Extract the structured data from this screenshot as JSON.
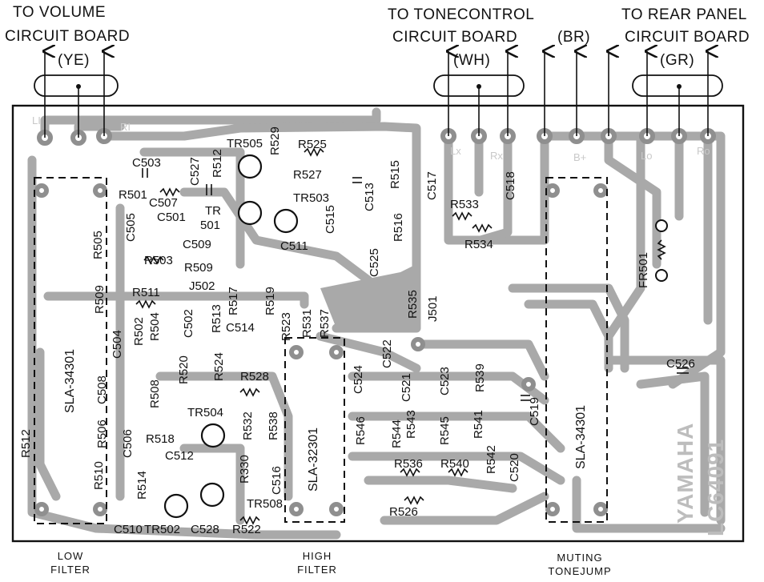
{
  "connectors": {
    "volume": {
      "line1": "TO VOLUME",
      "line2": "CIRCUIT  BOARD",
      "color": "(YE)"
    },
    "tonecontrol": {
      "line1": "TO TONECONTROL",
      "line2": "CIRCUIT  BOARD",
      "color": "(WH)"
    },
    "b_plus_wire": {
      "color": "(BR)"
    },
    "rear_panel": {
      "line1": "TO REAR PANEL",
      "line2": "CIRCUIT  BOARD",
      "color": "(GR)"
    }
  },
  "pads": {
    "l_in": "LI",
    "r_in": "RI",
    "l_x": "Lx",
    "r_x": "Rx",
    "b_plus": "B+",
    "l_o": "Lo",
    "r_o": "Ro"
  },
  "modules": {
    "low": "SLA-34301",
    "high": "SLA-32301",
    "muting": "SLA-34301"
  },
  "captions": {
    "low_1": "LOW",
    "low_2": "FILTER",
    "high_1": "HIGH",
    "high_2": "FILTER",
    "muting_1": "MUTING",
    "muting_2": "TONEJUMP"
  },
  "board": {
    "brand": "YAMAHA",
    "model": "LC64091"
  },
  "components": {
    "c503": "C503",
    "r501": "R501",
    "c507": "C507",
    "c501": "C501",
    "c505": "C505",
    "r505": "R505",
    "r503": "R503",
    "r509": "R509",
    "j502": "J502",
    "r511": "R511",
    "r509b": "R509",
    "c502": "C502",
    "c504": "C504",
    "r502": "R502",
    "r504": "R504",
    "c508": "C508",
    "r506": "R506",
    "r508": "R508",
    "c506": "C506",
    "r518": "R518",
    "r510": "R510",
    "r512": "R512",
    "c512": "C512",
    "r514": "R514",
    "c510": "C510",
    "tr502": "TR502",
    "c528": "C528",
    "r522": "R522",
    "tr508": "TR508",
    "r330": "R330",
    "c516": "C516",
    "tr504": "TR504",
    "r532": "R532",
    "r538": "R538",
    "r528": "R528",
    "r524": "R524",
    "r520": "R520",
    "c514": "C514",
    "r513": "R513",
    "r517": "R517",
    "r519": "R519",
    "r523": "R523",
    "r531": "R531",
    "r537": "R537",
    "c527": "C527",
    "r512b": "R512",
    "tr505": "TR505",
    "r529": "R529",
    "r525": "R525",
    "r527": "R527",
    "tr_501_a": "TR",
    "tr_501_b": "501",
    "c509": "C509",
    "c511": "C511",
    "tr503": "TR503",
    "c515": "C515",
    "c513": "C513",
    "c525": "C525",
    "r515": "R515",
    "r516": "R516",
    "r535": "R535",
    "j501": "J501",
    "c517": "C517",
    "c518": "C518",
    "r533": "R533",
    "r534": "R534",
    "fr501": "FR501",
    "c526": "C526",
    "c522": "C522",
    "c524": "C524",
    "c521": "C521",
    "c523": "C523",
    "r539": "R539",
    "r546": "R546",
    "r544": "R544",
    "r543": "R543",
    "r545": "R545",
    "r541": "R541",
    "c519": "C519",
    "r542": "R542",
    "c520": "C520",
    "r536": "R536",
    "r540": "R540",
    "r526": "R526"
  }
}
